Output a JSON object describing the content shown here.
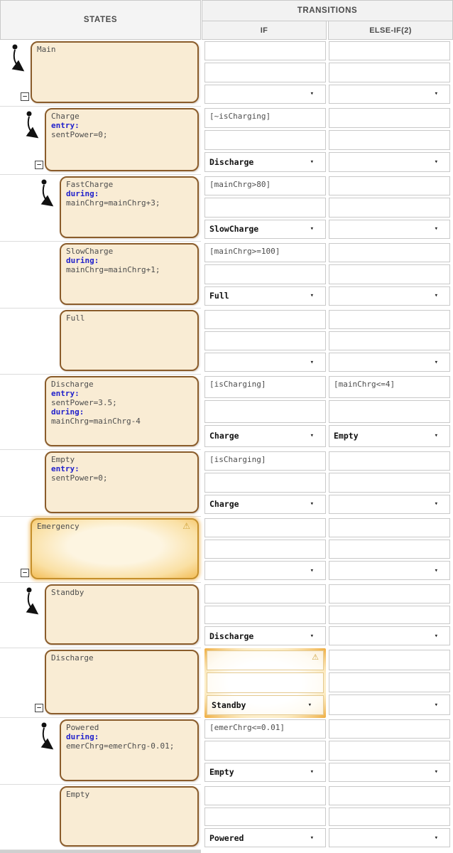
{
  "header": {
    "states_label": "STATES",
    "transitions_label": "TRANSITIONS",
    "columns": [
      "IF",
      "ELSE-IF(2)"
    ]
  },
  "colors": {
    "state_fill": "#f9ecd4",
    "state_border": "#8a5c2b",
    "emergency_glow": "#f3bd57",
    "keyword_blue": "#2222cc",
    "header_bg": "#f2f2f2",
    "cell_border": "#c9c9c9",
    "warning_gold": "#c9992a"
  },
  "rows": [
    {
      "state": {
        "name": "Main",
        "level": 1,
        "body": [],
        "default_transition": true,
        "collapsible": true,
        "emergency": false,
        "warning": false
      },
      "if": {
        "condition": "",
        "action": "",
        "destination": "",
        "alert": false
      },
      "elseif": {
        "condition": "",
        "action": "",
        "destination": ""
      }
    },
    {
      "state": {
        "name": "Charge",
        "level": 2,
        "body": [
          {
            "k": "kw",
            "t": "entry:"
          },
          {
            "k": "code",
            "t": "sentPower=0;"
          }
        ],
        "default_transition": true,
        "collapsible": true,
        "emergency": false,
        "warning": false
      },
      "if": {
        "condition": "[~isCharging]",
        "action": "",
        "destination": "Discharge",
        "alert": false
      },
      "elseif": {
        "condition": "",
        "action": "",
        "destination": ""
      }
    },
    {
      "state": {
        "name": "FastCharge",
        "level": 3,
        "body": [
          {
            "k": "kw",
            "t": "during:"
          },
          {
            "k": "code",
            "t": "mainChrg=mainChrg+3;"
          }
        ],
        "default_transition": true,
        "collapsible": false,
        "emergency": false,
        "warning": false
      },
      "if": {
        "condition": "[mainChrg>80]",
        "action": "",
        "destination": "SlowCharge",
        "alert": false
      },
      "elseif": {
        "condition": "",
        "action": "",
        "destination": ""
      }
    },
    {
      "state": {
        "name": "SlowCharge",
        "level": 3,
        "body": [
          {
            "k": "kw",
            "t": "during:"
          },
          {
            "k": "code",
            "t": "mainChrg=mainChrg+1;"
          }
        ],
        "default_transition": false,
        "collapsible": false,
        "emergency": false,
        "warning": false
      },
      "if": {
        "condition": "[mainChrg>=100]",
        "action": "",
        "destination": "Full",
        "alert": false
      },
      "elseif": {
        "condition": "",
        "action": "",
        "destination": ""
      }
    },
    {
      "state": {
        "name": "Full",
        "level": 3,
        "body": [],
        "default_transition": false,
        "collapsible": false,
        "emergency": false,
        "warning": false
      },
      "if": {
        "condition": "",
        "action": "",
        "destination": "",
        "alert": false
      },
      "elseif": {
        "condition": "",
        "action": "",
        "destination": ""
      }
    },
    {
      "state": {
        "name": "Discharge",
        "level": 2,
        "body": [
          {
            "k": "kw",
            "t": "entry:"
          },
          {
            "k": "code",
            "t": "sentPower=3.5;"
          },
          {
            "k": "kw",
            "t": "during:"
          },
          {
            "k": "code",
            "t": "mainChrg=mainChrg-4"
          }
        ],
        "default_transition": false,
        "collapsible": false,
        "emergency": false,
        "warning": false
      },
      "if": {
        "condition": "[isCharging]",
        "action": "",
        "destination": "Charge",
        "alert": false
      },
      "elseif": {
        "condition": "[mainChrg<=4]",
        "action": "",
        "destination": "Empty"
      }
    },
    {
      "state": {
        "name": "Empty",
        "level": 2,
        "body": [
          {
            "k": "kw",
            "t": "entry:"
          },
          {
            "k": "code",
            "t": "sentPower=0;"
          }
        ],
        "default_transition": false,
        "collapsible": false,
        "emergency": false,
        "warning": false
      },
      "if": {
        "condition": "[isCharging]",
        "action": "",
        "destination": "Charge",
        "alert": false
      },
      "elseif": {
        "condition": "",
        "action": "",
        "destination": ""
      }
    },
    {
      "state": {
        "name": "Emergency",
        "level": 1,
        "body": [],
        "default_transition": false,
        "collapsible": true,
        "emergency": true,
        "warning": true
      },
      "if": {
        "condition": "",
        "action": "",
        "destination": "",
        "alert": false
      },
      "elseif": {
        "condition": "",
        "action": "",
        "destination": ""
      }
    },
    {
      "state": {
        "name": "Standby",
        "level": 2,
        "body": [],
        "default_transition": true,
        "collapsible": false,
        "emergency": false,
        "warning": false
      },
      "if": {
        "condition": "",
        "action": "",
        "destination": "Discharge",
        "alert": false
      },
      "elseif": {
        "condition": "",
        "action": "",
        "destination": ""
      }
    },
    {
      "state": {
        "name": "Discharge",
        "level": 2,
        "body": [],
        "default_transition": false,
        "collapsible": true,
        "emergency": false,
        "warning": false
      },
      "if": {
        "condition": "",
        "action": "",
        "destination": "Standby",
        "alert": true
      },
      "elseif": {
        "condition": "",
        "action": "",
        "destination": ""
      }
    },
    {
      "state": {
        "name": "Powered",
        "level": 3,
        "body": [
          {
            "k": "kw",
            "t": "during:"
          },
          {
            "k": "code",
            "t": "emerChrg=emerChrg-0.01;"
          }
        ],
        "default_transition": true,
        "collapsible": false,
        "emergency": false,
        "warning": false
      },
      "if": {
        "condition": "[emerChrg<=0.01]",
        "action": "",
        "destination": "Empty",
        "alert": false
      },
      "elseif": {
        "condition": "",
        "action": "",
        "destination": ""
      }
    },
    {
      "state": {
        "name": "Empty",
        "level": 3,
        "body": [],
        "default_transition": false,
        "collapsible": false,
        "emergency": false,
        "warning": false
      },
      "if": {
        "condition": "",
        "action": "",
        "destination": "Powered",
        "alert": false
      },
      "elseif": {
        "condition": "",
        "action": "",
        "destination": ""
      }
    }
  ]
}
